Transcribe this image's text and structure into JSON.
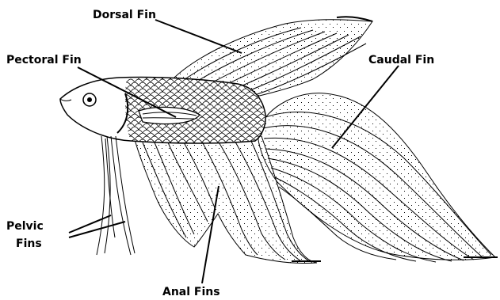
{
  "diagram": {
    "labels": {
      "dorsal_fin": "Dorsal Fin",
      "pectoral_fin": "Pectoral Fin",
      "caudal_fin": "Caudal Fin",
      "pelvic_fins_line1": "Pelvic",
      "pelvic_fins_line2": "Fins",
      "anal_fins": "Anal Fins"
    }
  }
}
